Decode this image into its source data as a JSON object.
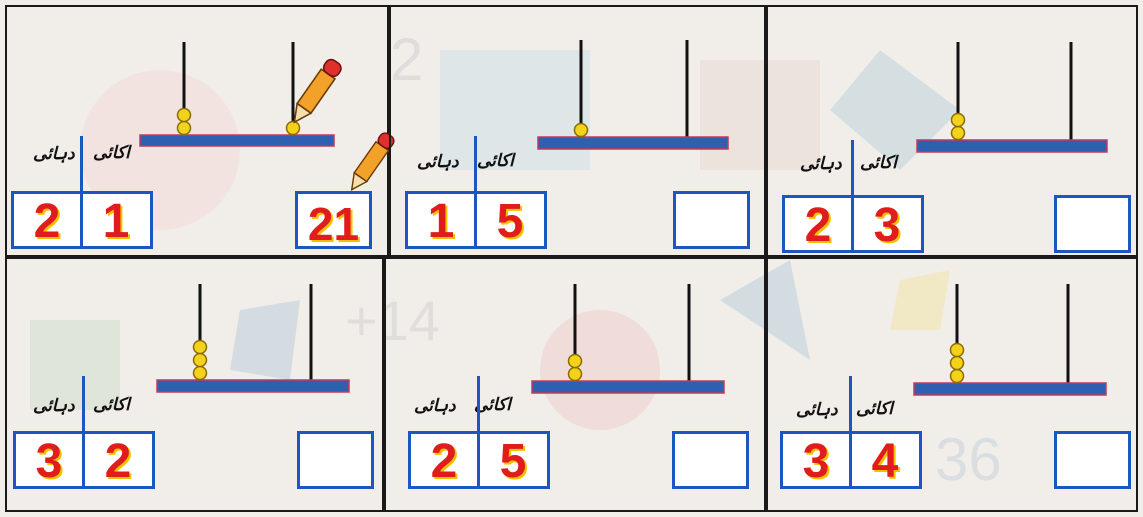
{
  "colors": {
    "digit": "#e01c1c",
    "digit_shadow": "#f2c200",
    "box_border": "#1c56c0",
    "base_bar": "#2f5fb0",
    "bead": "#f3d21c",
    "rod": "#111111"
  },
  "exercises": [
    {
      "tens_label": "دہائی",
      "ones_label": "اکائی",
      "tens_digit": "2",
      "ones_digit": "1",
      "answer": "21",
      "abacus": {
        "tens_beads": 2,
        "ones_beads": 1
      },
      "icon": "pencil-icon"
    },
    {
      "tens_label": "دہائی",
      "ones_label": "اکائی",
      "tens_digit": "1",
      "ones_digit": "5",
      "answer": "",
      "abacus": {
        "tens_beads": 1,
        "ones_beads": 0
      }
    },
    {
      "tens_label": "دہائی",
      "ones_label": "اکائی",
      "tens_digit": "2",
      "ones_digit": "3",
      "answer": "",
      "abacus": {
        "tens_beads": 2,
        "ones_beads": 0
      }
    },
    {
      "tens_label": "دہائی",
      "ones_label": "اکائی",
      "tens_digit": "3",
      "ones_digit": "2",
      "answer": "",
      "abacus": {
        "tens_beads": 3,
        "ones_beads": 0
      }
    },
    {
      "tens_label": "دہائی",
      "ones_label": "اکائی",
      "tens_digit": "2",
      "ones_digit": "5",
      "answer": "",
      "abacus": {
        "tens_beads": 2,
        "ones_beads": 0
      }
    },
    {
      "tens_label": "دہائی",
      "ones_label": "اکائی",
      "tens_digit": "3",
      "ones_digit": "4",
      "answer": "",
      "abacus": {
        "tens_beads": 3,
        "ones_beads": 0
      }
    }
  ]
}
